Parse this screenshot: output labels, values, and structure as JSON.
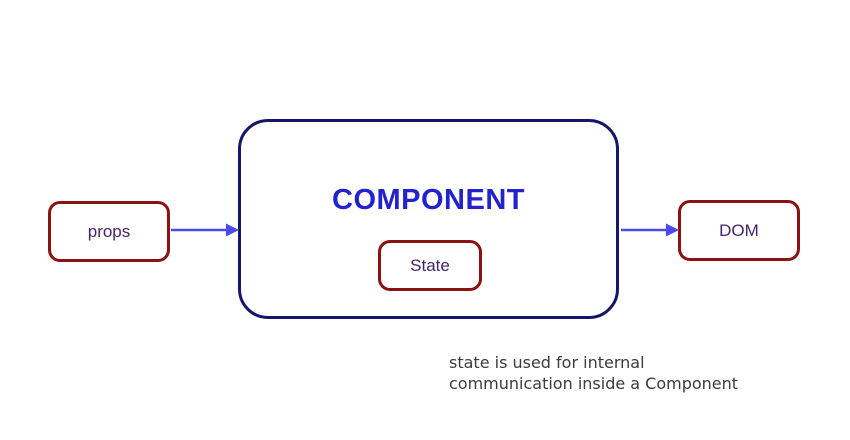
{
  "colors": {
    "box_border_red": "#8B1212",
    "component_border_navy": "#151569",
    "component_title_blue": "#2323CE",
    "node_label_purple": "#45246E",
    "arrow_blue": "#4B4AEC",
    "caption_gray": "#3B3B3B",
    "background": "#FFFFFF"
  },
  "diagram": {
    "nodes": {
      "props": {
        "label": "props"
      },
      "component": {
        "title": "COMPONENT"
      },
      "state": {
        "label": "State"
      },
      "dom": {
        "label": "DOM"
      }
    },
    "arrows": [
      {
        "name": "props-to-component",
        "direction": "right"
      },
      {
        "name": "component-to-dom",
        "direction": "right"
      }
    ],
    "caption": {
      "line1": "state is used for internal",
      "line2": "communication inside a Component"
    }
  }
}
